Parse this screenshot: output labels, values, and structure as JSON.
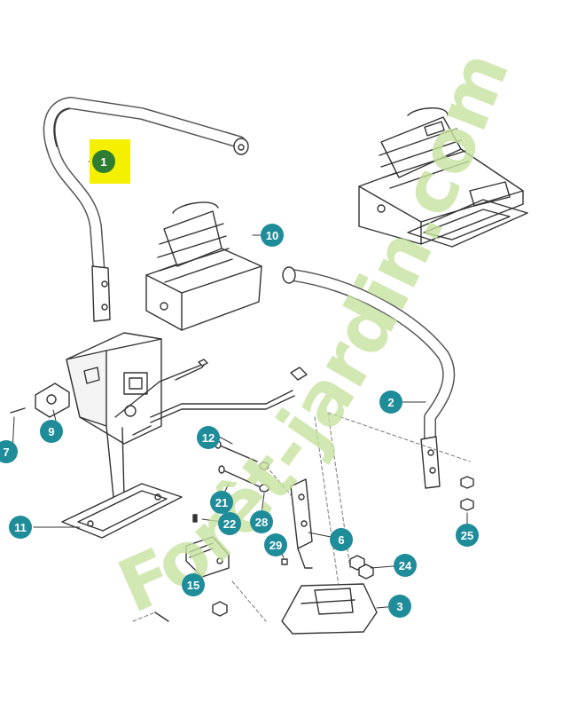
{
  "diagram": {
    "callouts": [
      {
        "id": "c1",
        "label": "1"
      },
      {
        "id": "c2",
        "label": "2"
      },
      {
        "id": "c3",
        "label": "3"
      },
      {
        "id": "c6",
        "label": "6"
      },
      {
        "id": "c7",
        "label": "7"
      },
      {
        "id": "c9",
        "label": "9"
      },
      {
        "id": "c10",
        "label": "10"
      },
      {
        "id": "c11",
        "label": "11"
      },
      {
        "id": "c12",
        "label": "12"
      },
      {
        "id": "c15",
        "label": "15"
      },
      {
        "id": "c21",
        "label": "21"
      },
      {
        "id": "c22",
        "label": "22"
      },
      {
        "id": "c24",
        "label": "24"
      },
      {
        "id": "c25",
        "label": "25"
      },
      {
        "id": "c28",
        "label": "28"
      },
      {
        "id": "c29",
        "label": "29"
      }
    ],
    "highlight_color": "#f4f000",
    "callout_color": "#1f8c9a",
    "selected_callout_color": "#2e7d32"
  },
  "watermark": {
    "text": "Forêt-jardin.com",
    "color": "#c7e3a0"
  }
}
